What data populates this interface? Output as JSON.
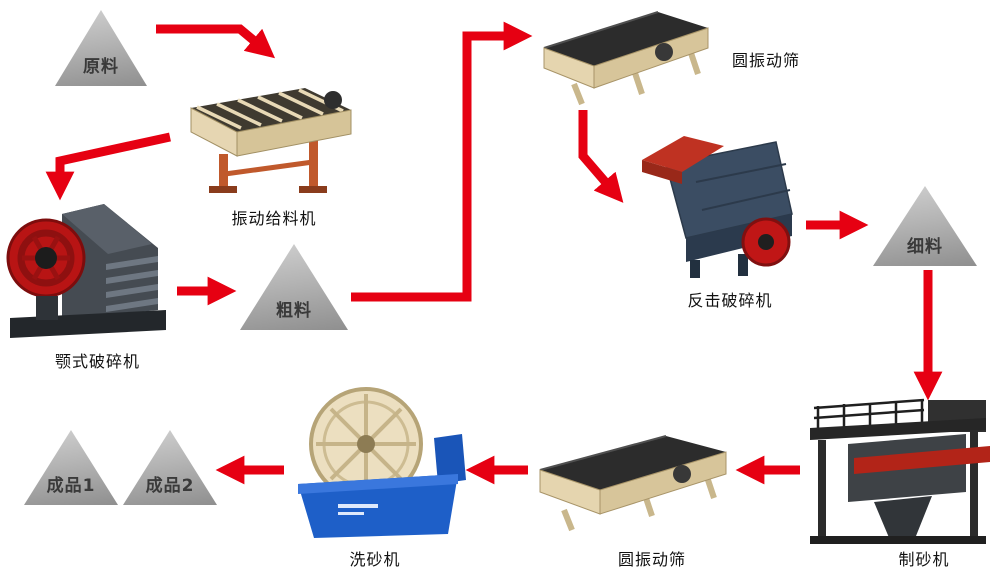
{
  "diagram": {
    "kind": "process-flow",
    "colors": {
      "arrow": "#e60012",
      "pile_gray": "#b3b3b3",
      "machine_beige": "#e5d5af",
      "washer_blue": "#1e5fc8",
      "crusher_red": "#b81414"
    },
    "nodes": {
      "raw_material": {
        "label": "原料",
        "kind": "material-pile"
      },
      "vibrating_feeder": {
        "label": "振动给料机",
        "kind": "machine"
      },
      "jaw_crusher": {
        "label": "颚式破碎机",
        "kind": "machine"
      },
      "coarse_material": {
        "label": "粗料",
        "kind": "material-pile"
      },
      "screen_top": {
        "label": "圆振动筛",
        "kind": "machine"
      },
      "impact_crusher": {
        "label": "反击破碎机",
        "kind": "machine"
      },
      "fine_material": {
        "label": "细料",
        "kind": "material-pile"
      },
      "sand_maker": {
        "label": "制砂机",
        "kind": "machine"
      },
      "screen_bottom": {
        "label": "圆振动筛",
        "kind": "machine"
      },
      "sand_washer": {
        "label": "洗砂机",
        "kind": "machine"
      },
      "product_1": {
        "label": "成品1",
        "kind": "material-pile"
      },
      "product_2": {
        "label": "成品2",
        "kind": "material-pile"
      }
    },
    "edges": [
      {
        "from": "raw_material",
        "to": "vibrating_feeder"
      },
      {
        "from": "vibrating_feeder",
        "to": "jaw_crusher"
      },
      {
        "from": "jaw_crusher",
        "to": "coarse_material"
      },
      {
        "from": "coarse_material",
        "to": "screen_top"
      },
      {
        "from": "screen_top",
        "to": "impact_crusher"
      },
      {
        "from": "impact_crusher",
        "to": "fine_material"
      },
      {
        "from": "fine_material",
        "to": "sand_maker"
      },
      {
        "from": "sand_maker",
        "to": "screen_bottom"
      },
      {
        "from": "screen_bottom",
        "to": "sand_washer"
      },
      {
        "from": "sand_washer",
        "to": "product_1"
      }
    ]
  }
}
